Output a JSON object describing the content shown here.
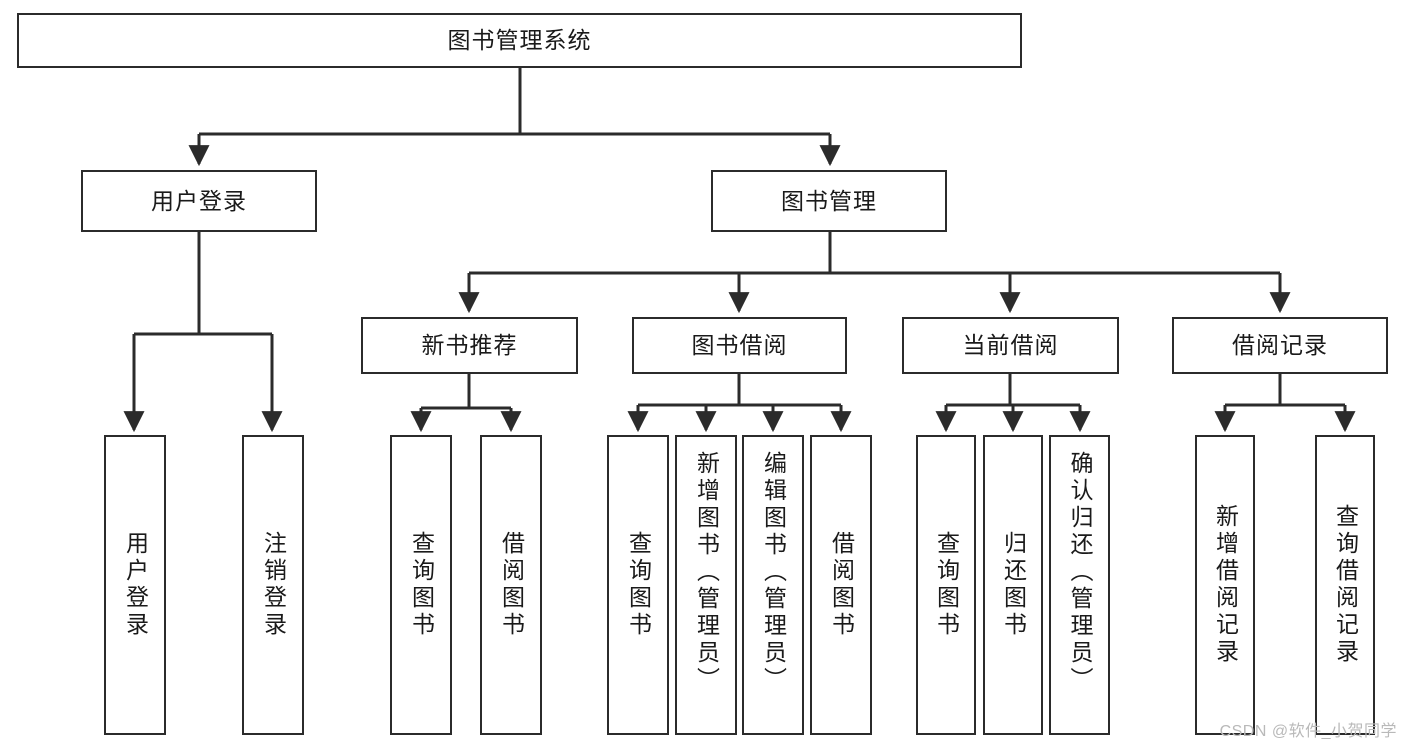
{
  "diagram": {
    "type": "tree",
    "title": "图书管理系统",
    "watermark": "CSDN @软件_小贺同学",
    "levels": {
      "root": {
        "label": "图书管理系统"
      },
      "level2": [
        {
          "id": "user-login",
          "label": "用户登录"
        },
        {
          "id": "book-management",
          "label": "图书管理"
        }
      ],
      "level3": [
        {
          "id": "new-book-recommend",
          "label": "新书推荐"
        },
        {
          "id": "book-borrow",
          "label": "图书借阅"
        },
        {
          "id": "current-borrow",
          "label": "当前借阅"
        },
        {
          "id": "borrow-record",
          "label": "借阅记录"
        }
      ],
      "leaves": [
        {
          "id": "leaf-user-login",
          "parent": "user-login",
          "label": "用户登录"
        },
        {
          "id": "leaf-logout",
          "parent": "user-login",
          "label": "注销登录"
        },
        {
          "id": "leaf-query-book-1",
          "parent": "new-book-recommend",
          "label": "查询图书"
        },
        {
          "id": "leaf-borrow-book-1",
          "parent": "new-book-recommend",
          "label": "借阅图书"
        },
        {
          "id": "leaf-query-book-2",
          "parent": "book-borrow",
          "label": "查询图书"
        },
        {
          "id": "leaf-add-book",
          "parent": "book-borrow",
          "label": "新增图书（管理员）"
        },
        {
          "id": "leaf-edit-book",
          "parent": "book-borrow",
          "label": "编辑图书（管理员）"
        },
        {
          "id": "leaf-borrow-book-2",
          "parent": "book-borrow",
          "label": "借阅图书"
        },
        {
          "id": "leaf-query-book-3",
          "parent": "current-borrow",
          "label": "查询图书"
        },
        {
          "id": "leaf-return-book",
          "parent": "current-borrow",
          "label": "归还图书"
        },
        {
          "id": "leaf-confirm-return",
          "parent": "current-borrow",
          "label": "确认归还（管理员）"
        },
        {
          "id": "leaf-add-record",
          "parent": "borrow-record",
          "label": "新增借阅记录"
        },
        {
          "id": "leaf-query-record",
          "parent": "borrow-record",
          "label": "查询借阅记录"
        }
      ]
    },
    "colors": {
      "stroke": "#2b2b2b",
      "fill": "#ffffff",
      "text": "#1a1a1a",
      "watermark": "#b9b9b9"
    }
  }
}
